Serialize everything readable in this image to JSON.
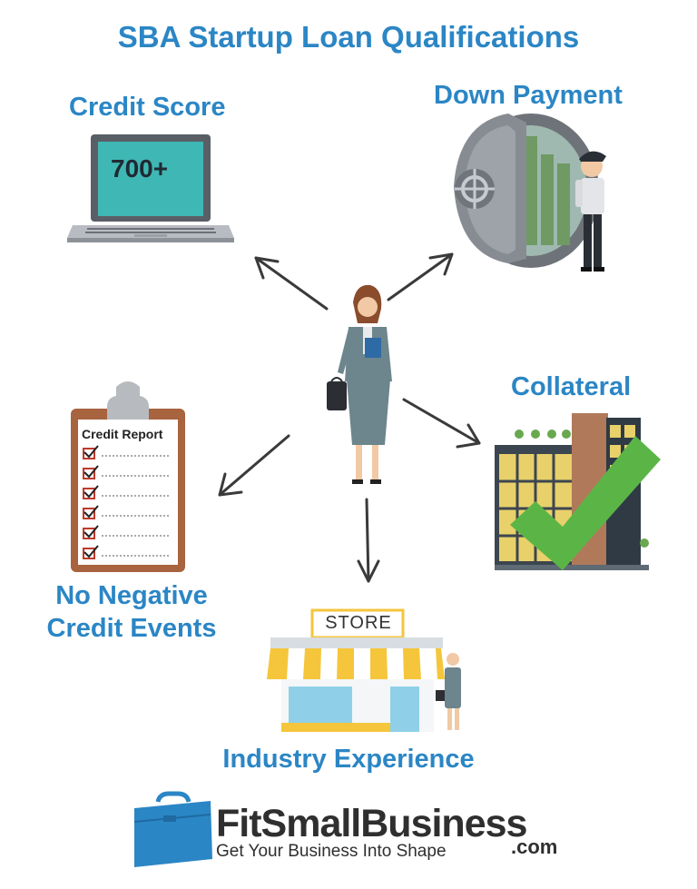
{
  "title": "SBA Startup Loan Qualifications",
  "items": {
    "credit_score": {
      "label": "Credit Score",
      "screen_text": "700+"
    },
    "down_payment": {
      "label": "Down Payment"
    },
    "collateral": {
      "label": "Collateral"
    },
    "negative_events": {
      "label_line1": "No Negative",
      "label_line2": "Credit Events",
      "clipboard_title": "Credit Report"
    },
    "industry": {
      "label": "Industry Experience",
      "sign_text": "STORE"
    }
  },
  "brand": {
    "name": "FitSmallBusiness",
    "dotcom": ".com",
    "tagline": "Get Your Business Into Shape"
  },
  "colors": {
    "accent_blue": "#2b86c5",
    "check_green": "#5bb546",
    "awning_yellow": "#f5c63b"
  }
}
